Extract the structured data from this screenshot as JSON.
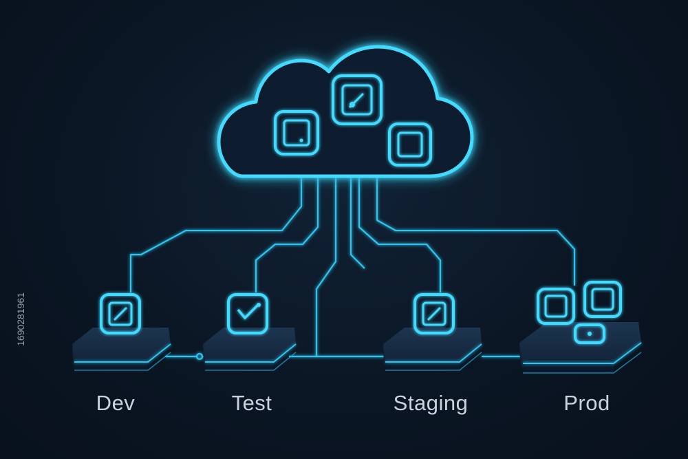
{
  "environments": [
    {
      "id": "dev",
      "label": "Dev"
    },
    {
      "id": "test",
      "label": "Test"
    },
    {
      "id": "staging",
      "label": "Staging"
    },
    {
      "id": "prod",
      "label": "Prod"
    }
  ],
  "stock_id": "1690281961",
  "colors": {
    "background": "#0b1624",
    "neon": "#3fd6ff",
    "neon_soft": "#1fa9d6",
    "platform": "#17283b",
    "label": "#c9d3de"
  },
  "icons": {
    "cloud": "cloud-icon",
    "dev": "edit-square-icon",
    "test": "checkmark-square-icon",
    "staging": "edit-square-icon",
    "prod": "stacked-squares-icon"
  }
}
